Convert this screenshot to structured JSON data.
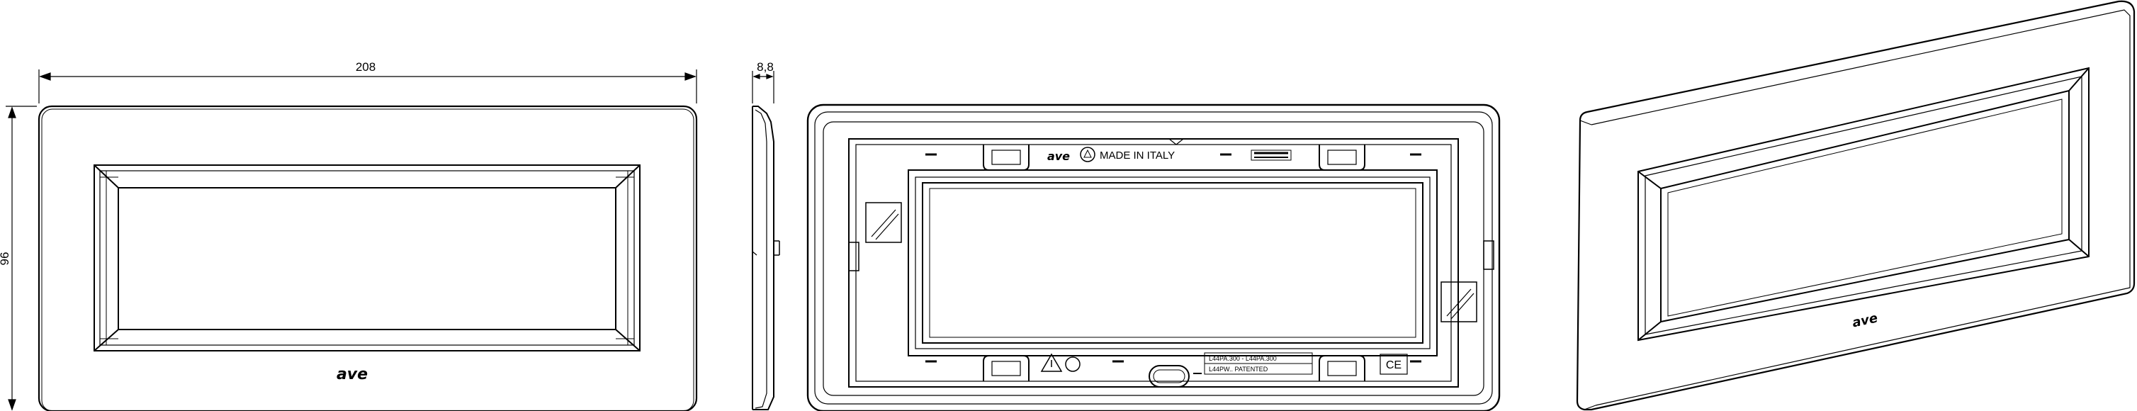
{
  "dimensions": {
    "width": "208",
    "height": "96",
    "depth": "8,8"
  },
  "labels": {
    "brand": "ave",
    "made_in": "MADE IN ITALY",
    "code_top": "L44PA.300 - L44PA.300",
    "code_bottom": "L44PW..  PATENTED",
    "ce_mark": "CE"
  },
  "views": [
    "front-view",
    "side-view",
    "rear-view",
    "perspective-view"
  ]
}
